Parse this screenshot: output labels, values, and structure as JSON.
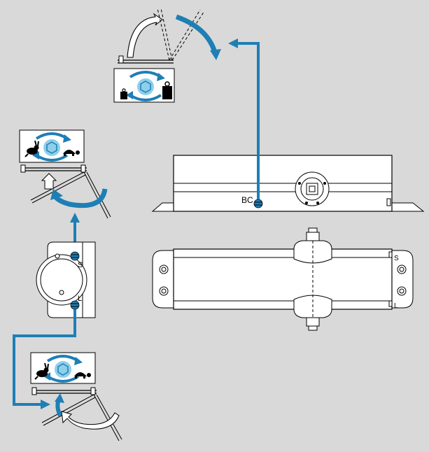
{
  "labels": {
    "backcheck": "BC",
    "speed": "S",
    "latch": "L",
    "top_view_s": "S",
    "top_view_l": "L"
  },
  "colors": {
    "background": "#d9d9d9",
    "blue": "#1e7fb5",
    "light_blue": "#8ecfea",
    "panel": "#ffffff",
    "line": "#000000",
    "grey_arrow": "#bfbfbf"
  },
  "icons": {
    "backcheck_panel": [
      "small-weight-icon",
      "hex-adjust-icon",
      "large-weight-icon",
      "rotate-arrows-icon"
    ],
    "speed_panel": [
      "rabbit-icon",
      "hex-adjust-icon",
      "turtle-icon",
      "rotate-arrows-icon"
    ],
    "latch_panel": [
      "rabbit-icon",
      "hex-adjust-icon",
      "turtle-icon",
      "rotate-arrows-icon"
    ]
  }
}
